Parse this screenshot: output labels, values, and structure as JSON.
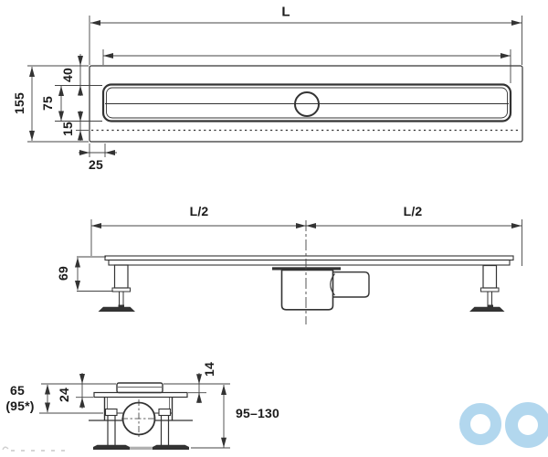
{
  "drawing_title": "linear-shower-drain-technical-drawing",
  "colors": {
    "background": "#ffffff",
    "part_lines": "#333333",
    "dimension_lines": "#444444",
    "text": "#1b1b1b",
    "logo_blue": "#b2d7ee",
    "foot_gray": "#b0b0b0",
    "faint_marks": "#cfcfcf"
  },
  "top_view": {
    "dim_length": "L",
    "dim_total_width": "155",
    "dim_edge_to_grate": "40",
    "dim_grate_width": "75",
    "dim_grate_to_axis": "15",
    "dim_end_offset": "25"
  },
  "side_view": {
    "dim_half_left": "L/2",
    "dim_half_right": "L/2",
    "dim_height": "69"
  },
  "end_view": {
    "dim_outlet_depth": "65",
    "dim_outlet_depth_alt": "(95*)",
    "dim_body_height": "24",
    "dim_grate_lip": "14",
    "dim_leg_height_range": "95–130"
  }
}
